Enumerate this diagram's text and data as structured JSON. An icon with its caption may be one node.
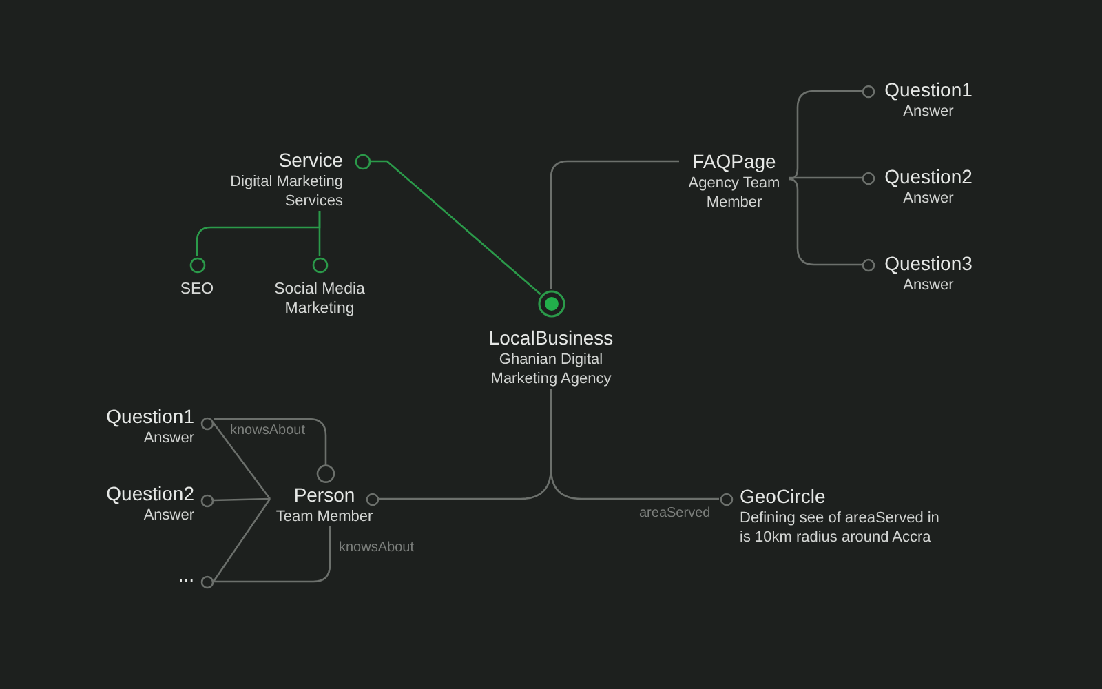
{
  "diagram": {
    "nodes": [
      {
        "text": [
          "Service",
          "Digital Marketing Services"
        ]
      },
      {
        "text": [
          "SEO"
        ]
      },
      {
        "text": [
          "Social Media Marketing"
        ]
      },
      {
        "text": [
          "LocalBusiness",
          "Ghanian Digital Marketing Agency"
        ]
      },
      {
        "text": [
          "FAQPage",
          "Agency Team Member"
        ]
      },
      {
        "text": [
          "Question1",
          "Answer"
        ]
      },
      {
        "text": [
          "Question2",
          "Answer"
        ]
      },
      {
        "text": [
          "Question3",
          "Answer"
        ]
      },
      {
        "text": [
          "Question1",
          "Answer"
        ]
      },
      {
        "text": [
          "Question2",
          "Answer"
        ]
      },
      {
        "text": [
          "..."
        ]
      },
      {
        "text": [
          "Person",
          "Team Member"
        ]
      },
      {
        "text": [
          "GeoCircle",
          "Defining see of areaServed in is 10km radius around Accra"
        ]
      }
    ],
    "edges": [
      {
        "from": 0,
        "to": 1,
        "arrow": "none",
        "color": "#2b9a4a"
      },
      {
        "from": 0,
        "to": 2,
        "arrow": "none",
        "color": "#2b9a4a"
      },
      {
        "from": 0,
        "to": 3,
        "arrow": "none",
        "color": "#2b9a4a"
      },
      {
        "from": 3,
        "to": 4,
        "arrow": "none"
      },
      {
        "from": 4,
        "to": 5,
        "arrow": "none"
      },
      {
        "from": 4,
        "to": 6,
        "arrow": "none"
      },
      {
        "from": 4,
        "to": 7,
        "arrow": "none"
      },
      {
        "from": 3,
        "to": 11,
        "arrow": "none"
      },
      {
        "from": 3,
        "to": 12,
        "arrow": "none",
        "label": "areaServed"
      },
      {
        "from": 8,
        "to": 11,
        "arrow": "none"
      },
      {
        "from": 9,
        "to": 11,
        "arrow": "none"
      },
      {
        "from": 10,
        "to": 11,
        "arrow": "none"
      },
      {
        "from": 8,
        "to": 11,
        "arrow": "other",
        "label": "knowsAbout"
      },
      {
        "from": 10,
        "to": 11,
        "arrow": "none",
        "label": "knowsAbout"
      }
    ]
  }
}
